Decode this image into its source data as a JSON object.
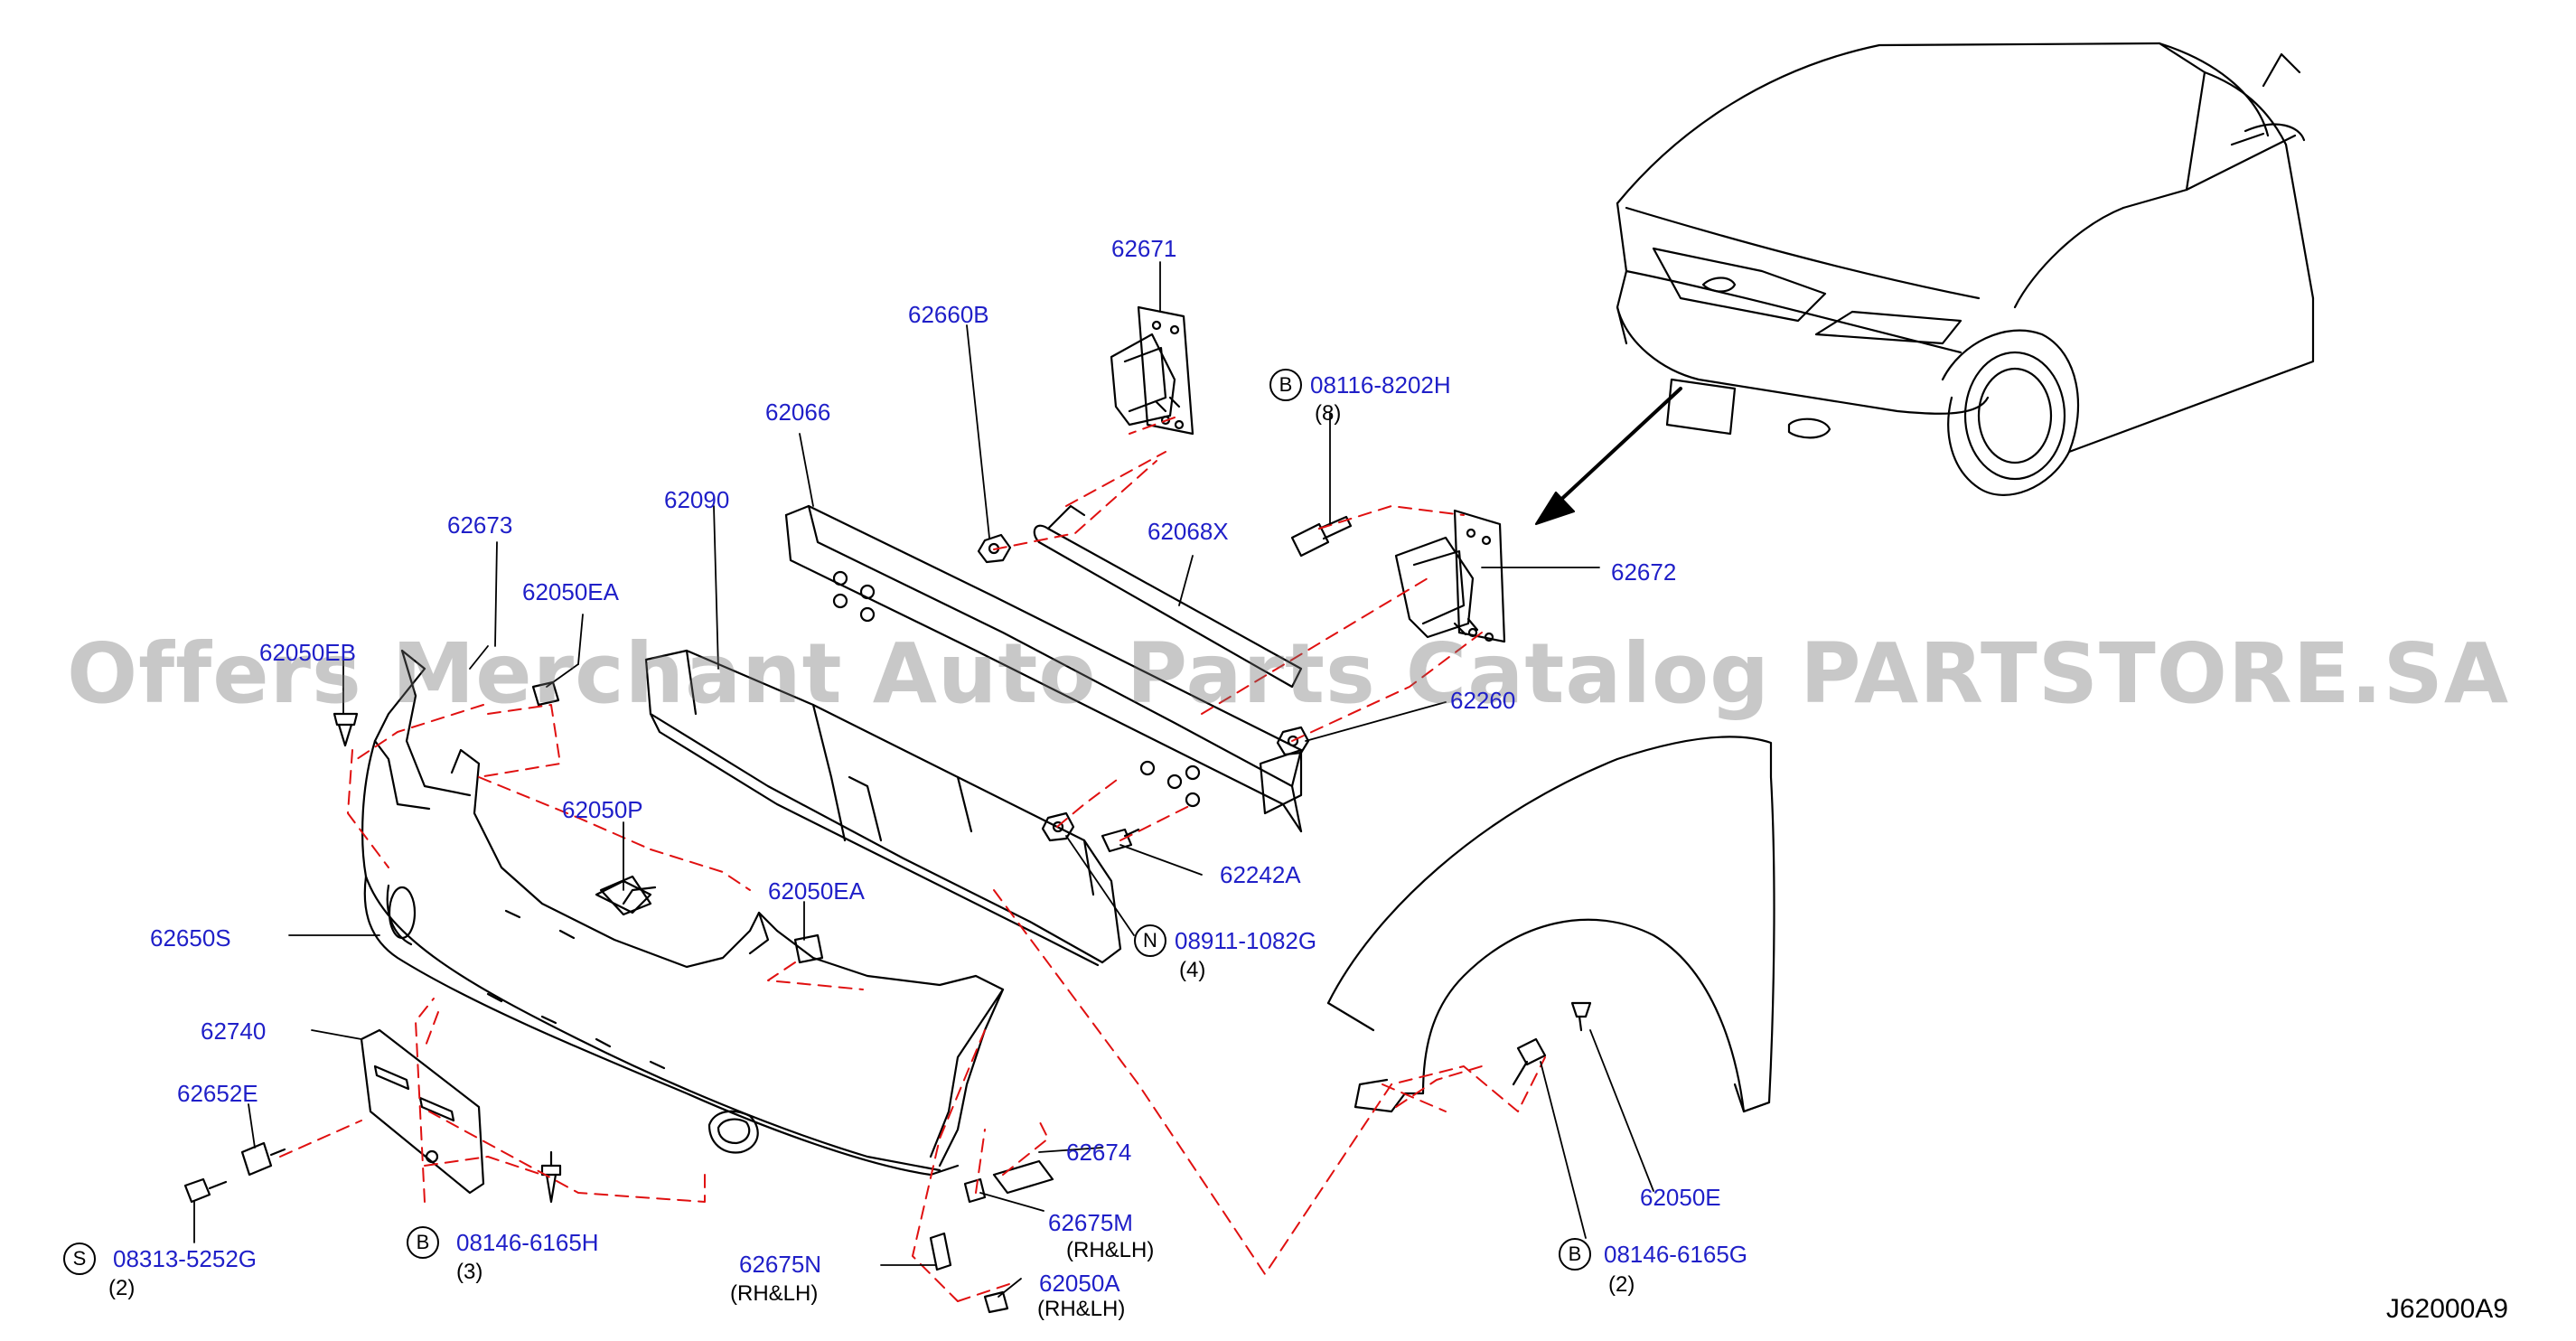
{
  "watermark": "Offers Merchant Auto Parts Catalog PARTSTORE.SA",
  "diagram_code": "J62000A9",
  "labels": {
    "p62671": "62671",
    "p62660B": "62660B",
    "p62066": "62066",
    "p62090": "62090",
    "p62673": "62673",
    "p62050EA_top": "62050EA",
    "p62050EB": "62050EB",
    "p62068X": "62068X",
    "p62672": "62672",
    "p62050P": "62050P",
    "p62242A": "62242A",
    "p62050EA_mid": "62050EA",
    "p62650S": "62650S",
    "p62740": "62740",
    "p62652E": "62652E",
    "p62674": "62674",
    "p62675M": "62675M",
    "p62675N": "62675N",
    "p62050A": "62050A",
    "p62050E": "62050E",
    "p62260": "62260",
    "p08116": "08116-8202H",
    "p08911": "08911-1082G",
    "p08313": "08313-5252G",
    "p08146_6165H": "08146-6165H",
    "p08146_6165G": "08146-6165G"
  },
  "badges": {
    "b": "B",
    "n": "N",
    "s": "S"
  },
  "qty": {
    "q8": "(8)",
    "q4": "(4)",
    "q2a": "(2)",
    "q3": "(3)",
    "q2b": "(2)",
    "rh1": "(RH&LH)",
    "rh2": "(RH&LH)",
    "rh3": "(RH&LH)"
  },
  "colors": {
    "label": "#1f1fc8",
    "dash": "#e01010",
    "line": "#000000"
  }
}
